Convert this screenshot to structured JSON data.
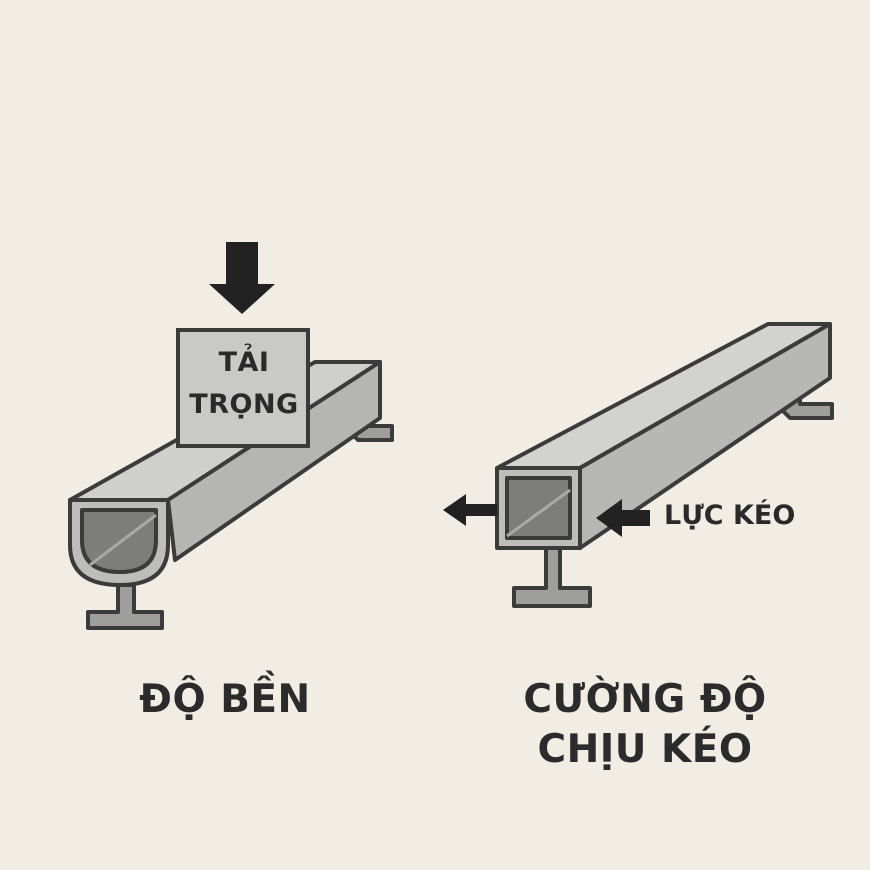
{
  "labels": {
    "load_line1": "TẢI",
    "load_line2": "TRỌNG",
    "pull_force": "LỰC KÉO",
    "left_caption": "ĐỘ BỀN",
    "right_caption_line1": "CƯỜNG ĐỘ",
    "right_caption_line2": "CHỊU KÉO"
  },
  "colors": {
    "background": "#f1ece4",
    "beam": "#bdbdbb",
    "beam_dark": "#8e8e8c",
    "outline": "#3b3b3b",
    "arrow": "#222222"
  }
}
